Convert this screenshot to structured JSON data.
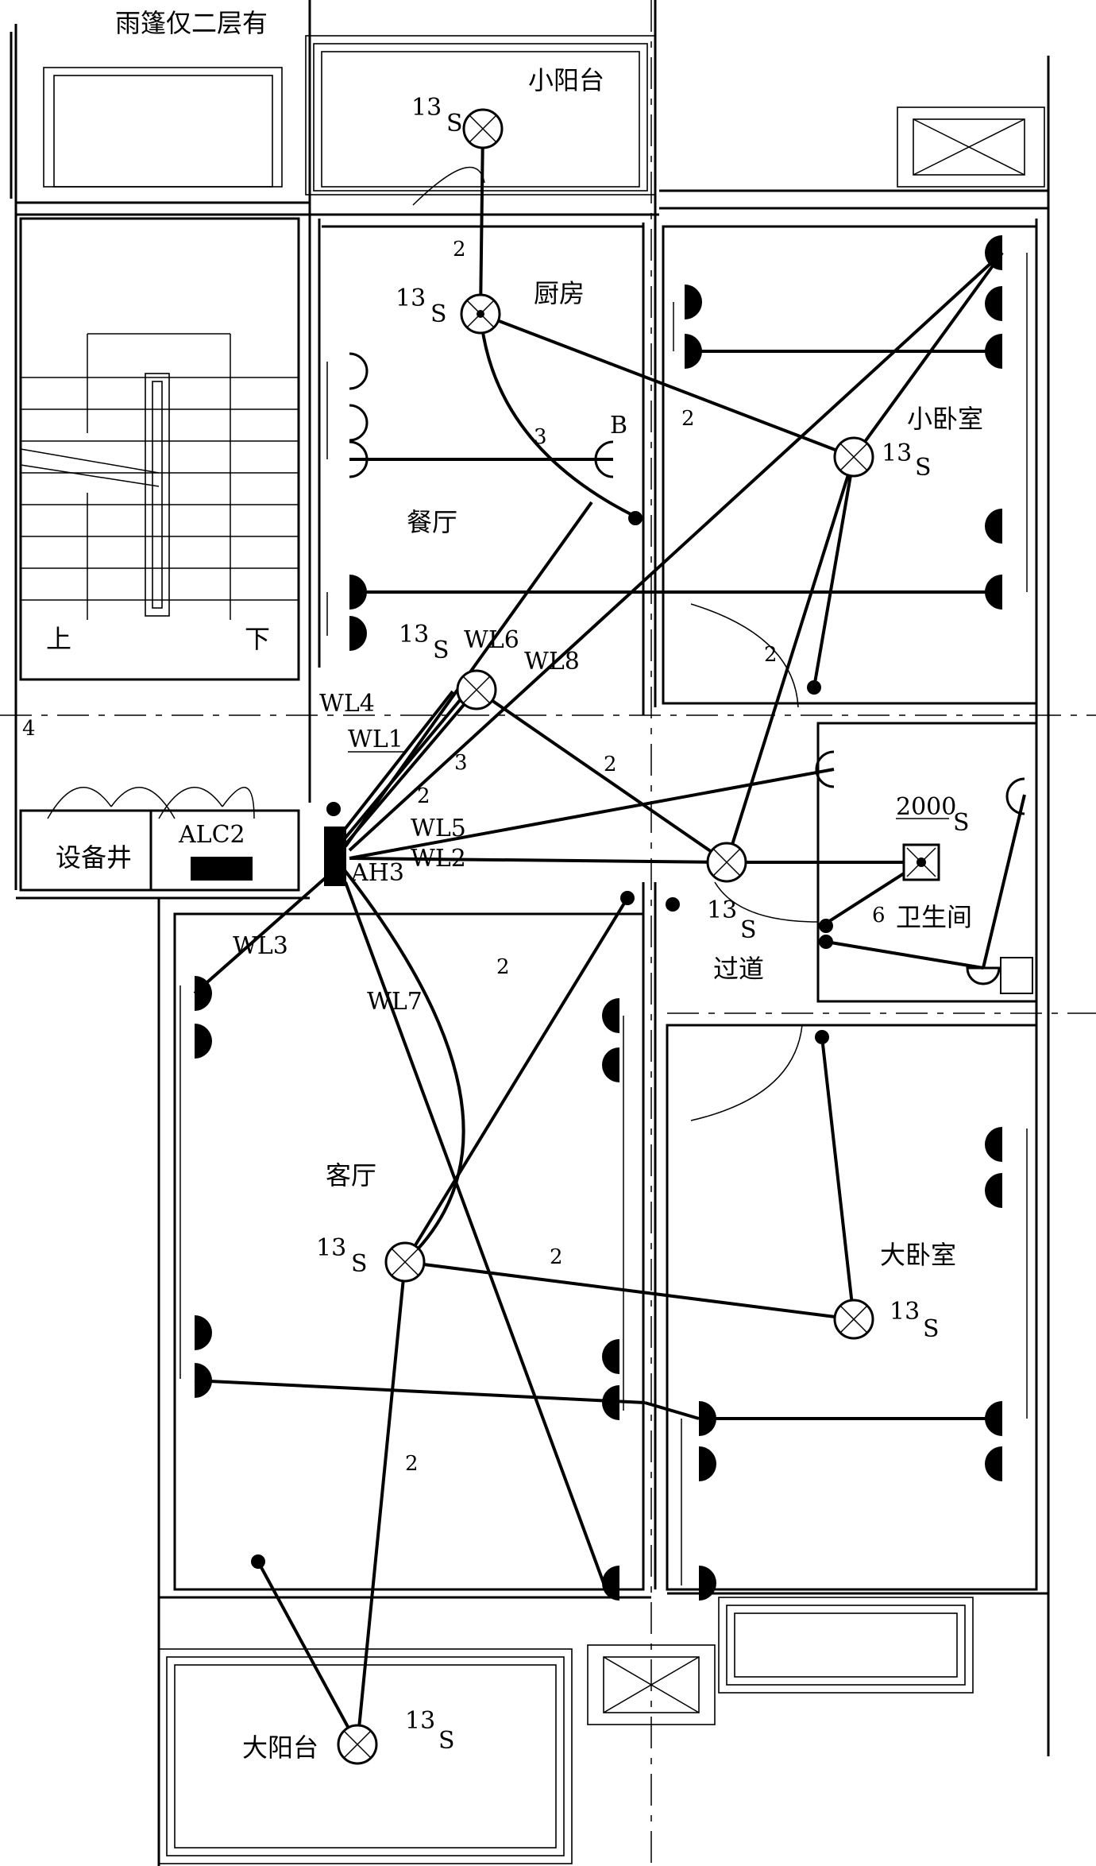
{
  "rooms": {
    "canopy": "雨篷仅二层有",
    "small_balcony": "小阳台",
    "kitchen": "厨房",
    "dining": "餐厅",
    "small_bedroom": "小卧室",
    "bathroom": "卫生间",
    "corridor": "过道",
    "living": "客厅",
    "master_bedroom": "大卧室",
    "big_balcony": "大阳台",
    "equipment_shaft": "设备井",
    "stair_up": "上",
    "stair_down": "下"
  },
  "panels": {
    "alc": "ALC2",
    "ah": "AH3"
  },
  "circuits": {
    "wl1": "WL1",
    "wl2": "WL2",
    "wl3": "WL3",
    "wl4": "WL4",
    "wl5": "WL5",
    "wl6": "WL6",
    "wl7": "WL7",
    "wl8": "WL8"
  },
  "lamp": {
    "watts": "13",
    "dash": "—",
    "type": "S"
  },
  "bath_lamp": {
    "watts": "2000",
    "type": "S"
  },
  "socket_b": "B",
  "wire_counts": {
    "two": "2",
    "three": "3",
    "four": "4",
    "six": "6"
  }
}
